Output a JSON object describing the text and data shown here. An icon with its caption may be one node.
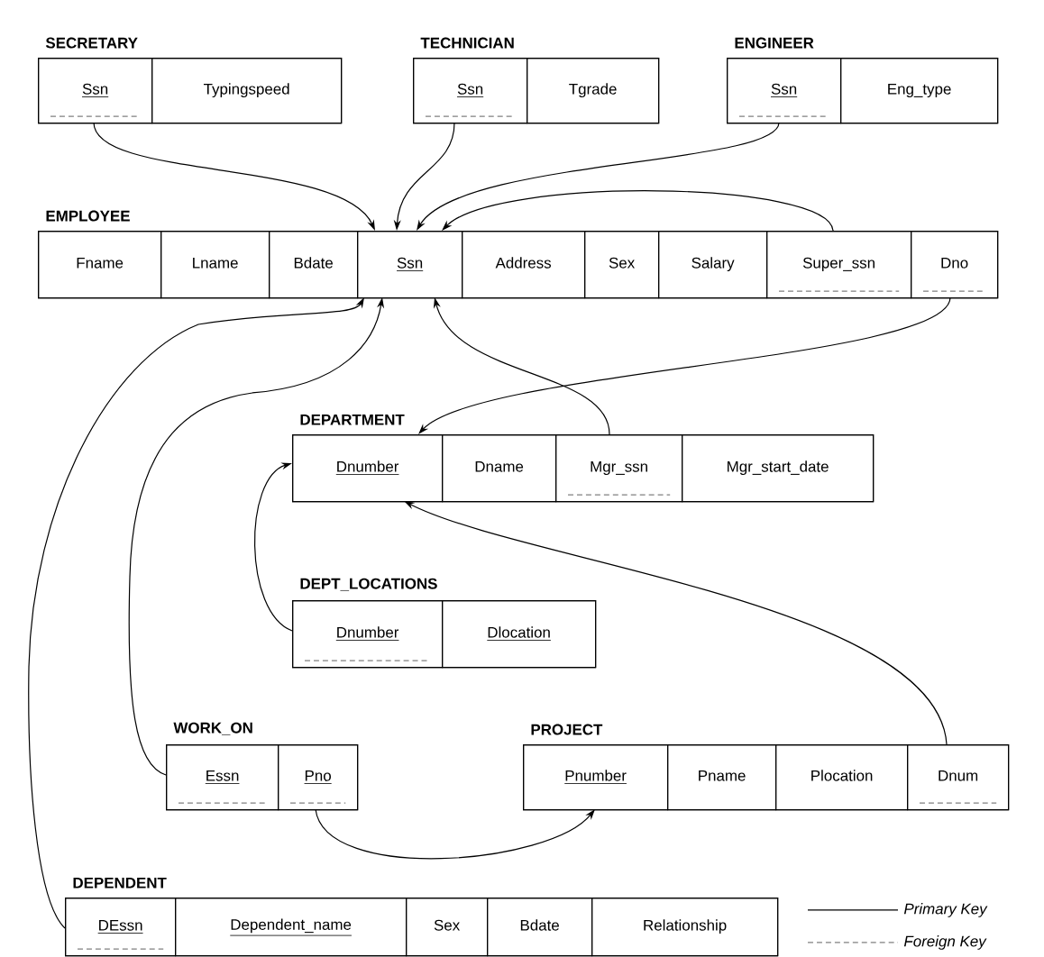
{
  "diagram": {
    "nodes": [
      {
        "text": [
          "SECRETARY"
        ]
      },
      {
        "text": [
          "Ssn"
        ],
        "in": 0
      },
      {
        "text": [
          "Typingspeed"
        ],
        "in": 0
      },
      {
        "text": [
          "TECHNICIAN"
        ]
      },
      {
        "text": [
          "Ssn"
        ],
        "in": 3
      },
      {
        "text": [
          "Tgrade"
        ],
        "in": 3
      },
      {
        "text": [
          "ENGINEER"
        ]
      },
      {
        "text": [
          "Ssn"
        ],
        "in": 6
      },
      {
        "text": [
          "Eng_type"
        ],
        "in": 6
      },
      {
        "text": [
          "EMPLOYEE"
        ]
      },
      {
        "text": [
          "Fname"
        ],
        "in": 9
      },
      {
        "text": [
          "Lname"
        ],
        "in": 9
      },
      {
        "text": [
          "Bdate"
        ],
        "in": 9
      },
      {
        "text": [
          "Ssn"
        ],
        "in": 9
      },
      {
        "text": [
          "Address"
        ],
        "in": 9
      },
      {
        "text": [
          "Sex"
        ],
        "in": 9
      },
      {
        "text": [
          "Salary"
        ],
        "in": 9
      },
      {
        "text": [
          "Super_ssn"
        ],
        "in": 9
      },
      {
        "text": [
          "Dno"
        ],
        "in": 9
      },
      {
        "text": [
          "DEPARTMENT"
        ]
      },
      {
        "text": [
          "Dnumber"
        ],
        "in": 19
      },
      {
        "text": [
          "Dname"
        ],
        "in": 19
      },
      {
        "text": [
          "Mgr_ssn"
        ],
        "in": 19
      },
      {
        "text": [
          "Mgr_start_date"
        ],
        "in": 19
      },
      {
        "text": [
          "DEPT_LOCATIONS"
        ]
      },
      {
        "text": [
          "Dnumber"
        ],
        "in": 24
      },
      {
        "text": [
          "Dlocation"
        ],
        "in": 24
      },
      {
        "text": [
          "WORK_ON"
        ]
      },
      {
        "text": [
          "Essn"
        ],
        "in": 27
      },
      {
        "text": [
          "Pno"
        ],
        "in": 27
      },
      {
        "text": [
          "PROJECT"
        ]
      },
      {
        "text": [
          "Pnumber"
        ],
        "in": 30
      },
      {
        "text": [
          "Pname"
        ],
        "in": 30
      },
      {
        "text": [
          "Plocation"
        ],
        "in": 30
      },
      {
        "text": [
          "Dnum"
        ],
        "in": 30
      },
      {
        "text": [
          "DEPENDENT"
        ]
      },
      {
        "text": [
          "DEssn"
        ],
        "in": 35
      },
      {
        "text": [
          "Dependent_name"
        ],
        "in": 35
      },
      {
        "text": [
          "Sex"
        ],
        "in": 35
      },
      {
        "text": [
          "Bdate"
        ],
        "in": 35
      },
      {
        "text": [
          "Relationship"
        ],
        "in": 35
      }
    ],
    "edges": [
      {
        "from": 1,
        "to": 13,
        "arrow": "to"
      },
      {
        "from": 4,
        "to": 13,
        "arrow": "to"
      },
      {
        "from": 7,
        "to": 13,
        "arrow": "to"
      },
      {
        "from": 17,
        "to": 13,
        "arrow": "to"
      },
      {
        "from": 18,
        "to": 20,
        "arrow": "to"
      },
      {
        "from": 22,
        "to": 13,
        "arrow": "to"
      },
      {
        "from": 25,
        "to": 20,
        "arrow": "to"
      },
      {
        "from": 34,
        "to": 20,
        "arrow": "to"
      },
      {
        "from": 28,
        "to": 13,
        "arrow": "to"
      },
      {
        "from": 29,
        "to": 31,
        "arrow": "to"
      },
      {
        "from": 36,
        "to": 13,
        "arrow": "to"
      }
    ],
    "legend": [
      {
        "text": "Primary Key"
      },
      {
        "text": "Foreign Key"
      }
    ]
  }
}
